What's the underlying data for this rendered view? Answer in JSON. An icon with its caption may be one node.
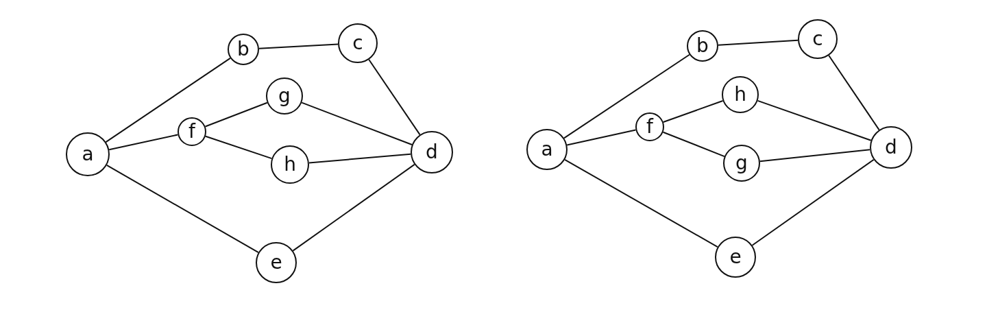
{
  "diagram": {
    "nodes": [
      {
        "text": [
          "a"
        ]
      },
      {
        "text": [
          "b"
        ]
      },
      {
        "text": [
          "c"
        ]
      },
      {
        "text": [
          "d"
        ]
      },
      {
        "text": [
          "e"
        ]
      },
      {
        "text": [
          "f"
        ]
      },
      {
        "text": [
          "g"
        ]
      },
      {
        "text": [
          "h"
        ]
      },
      {
        "text": [
          "a"
        ]
      },
      {
        "text": [
          "b"
        ]
      },
      {
        "text": [
          "c"
        ]
      },
      {
        "text": [
          "d"
        ]
      },
      {
        "text": [
          "e"
        ]
      },
      {
        "text": [
          "f"
        ]
      },
      {
        "text": [
          "g"
        ]
      },
      {
        "text": [
          "h"
        ]
      }
    ],
    "edges": [
      {
        "from": 0,
        "to": 1,
        "arrow": "none"
      },
      {
        "from": 1,
        "to": 2,
        "arrow": "none"
      },
      {
        "from": 2,
        "to": 3,
        "arrow": "none"
      },
      {
        "from": 0,
        "to": 5,
        "arrow": "none"
      },
      {
        "from": 5,
        "to": 6,
        "arrow": "none"
      },
      {
        "from": 5,
        "to": 7,
        "arrow": "none"
      },
      {
        "from": 6,
        "to": 3,
        "arrow": "none"
      },
      {
        "from": 7,
        "to": 3,
        "arrow": "none"
      },
      {
        "from": 0,
        "to": 4,
        "arrow": "none"
      },
      {
        "from": 4,
        "to": 3,
        "arrow": "none"
      },
      {
        "from": 8,
        "to": 9,
        "arrow": "none"
      },
      {
        "from": 9,
        "to": 10,
        "arrow": "none"
      },
      {
        "from": 10,
        "to": 11,
        "arrow": "none"
      },
      {
        "from": 8,
        "to": 13,
        "arrow": "none"
      },
      {
        "from": 13,
        "to": 15,
        "arrow": "none"
      },
      {
        "from": 13,
        "to": 14,
        "arrow": "none"
      },
      {
        "from": 15,
        "to": 11,
        "arrow": "none"
      },
      {
        "from": 14,
        "to": 11,
        "arrow": "none"
      },
      {
        "from": 8,
        "to": 12,
        "arrow": "none"
      },
      {
        "from": 12,
        "to": 11,
        "arrow": "none"
      }
    ]
  }
}
